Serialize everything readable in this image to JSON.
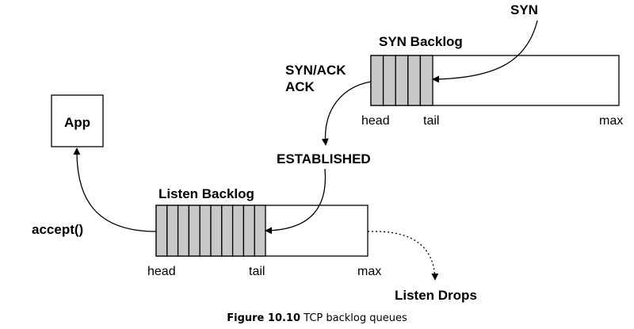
{
  "labels": {
    "syn": "SYN",
    "syn_backlog": "SYN Backlog",
    "syn_ack": "SYN/ACK",
    "ack": "ACK",
    "app": "App",
    "established": "ESTABLISHED",
    "listen_backlog": "Listen Backlog",
    "accept": "accept()",
    "listen_drops": "Listen Drops"
  },
  "syn_queue": {
    "filled_slots": 5,
    "head": "head",
    "tail": "tail",
    "max": "max"
  },
  "listen_queue": {
    "filled_slots": 10,
    "head": "head",
    "tail": "tail",
    "max": "max"
  },
  "caption": {
    "number": "Figure 10.10",
    "text": "TCP backlog queues"
  },
  "colors": {
    "slot_fill": "#c8c8c8",
    "line": "#000000"
  }
}
